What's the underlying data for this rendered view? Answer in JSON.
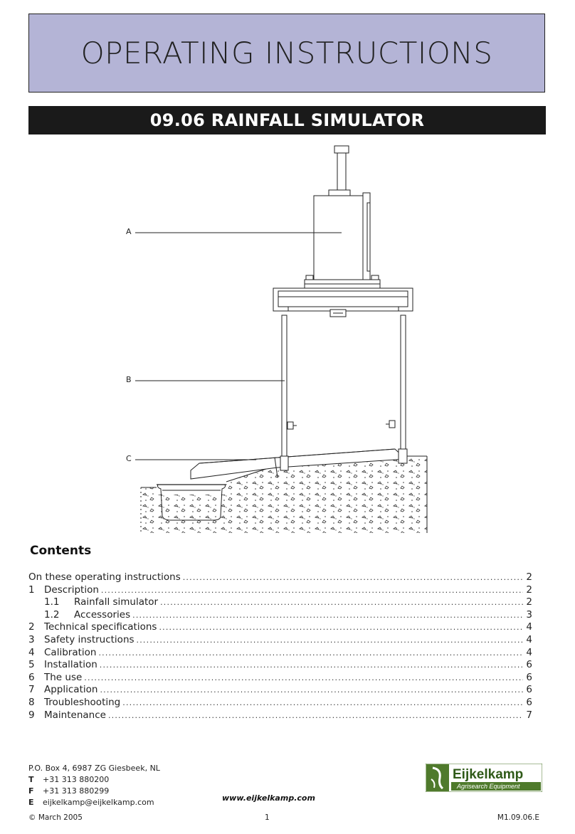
{
  "header": {
    "title": "OPERATING INSTRUCTIONS",
    "subtitle": "09.06 RAINFALL SIMULATOR"
  },
  "figure": {
    "callouts": [
      "A",
      "B",
      "C"
    ]
  },
  "contents": {
    "heading": "Contents",
    "items": [
      {
        "num": "",
        "title": "On these operating instructions",
        "page": "2",
        "level": "intro"
      },
      {
        "num": "1",
        "title": "Description",
        "page": "2",
        "level": "main"
      },
      {
        "num": "1.1",
        "title": "Rainfall simulator",
        "page": "2",
        "level": "sub"
      },
      {
        "num": "1.2",
        "title": "Accessories",
        "page": "3",
        "level": "sub"
      },
      {
        "num": "2",
        "title": "Technical specifications",
        "page": "4",
        "level": "main"
      },
      {
        "num": "3",
        "title": "Safety instructions",
        "page": "4",
        "level": "main"
      },
      {
        "num": "4",
        "title": "Calibration",
        "page": "4",
        "level": "main"
      },
      {
        "num": "5",
        "title": "Installation",
        "page": "6",
        "level": "main"
      },
      {
        "num": "6",
        "title": "The use",
        "page": "6",
        "level": "main"
      },
      {
        "num": "7",
        "title": "Application",
        "page": "6",
        "level": "main"
      },
      {
        "num": "8",
        "title": "Troubleshooting",
        "page": "6",
        "level": "main"
      },
      {
        "num": "9",
        "title": "Maintenance",
        "page": "7",
        "level": "main"
      }
    ]
  },
  "address": {
    "line": "P.O. Box 4, 6987 ZG Giesbeek, NL",
    "tel_label": "T",
    "tel": "+31 313 880200",
    "fax_label": "F",
    "fax": "+31 313 880299",
    "email_label": "E",
    "email": "eijkelkamp@eijkelkamp.com"
  },
  "website": "www.eijkelkamp.com",
  "logo": {
    "name": "Eijkelkamp",
    "tagline": "Agrisearch Equipment",
    "color": "#4f7a2c"
  },
  "footer": {
    "copyright": "© March 2005",
    "page": "1",
    "code": "M1.09.06.E"
  }
}
